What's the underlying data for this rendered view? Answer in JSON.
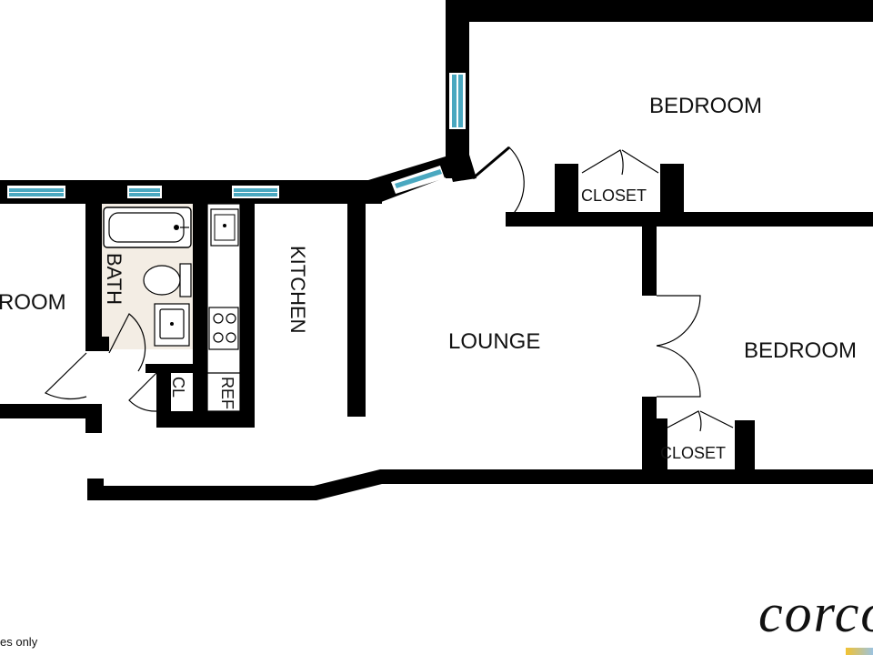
{
  "rooms": {
    "bedroom_top": "BEDROOM",
    "closet_top": "CLOSET",
    "bath": "BATH",
    "kitchen": "KITCHEN",
    "room_left": "ROOM",
    "lounge": "LOUNGE",
    "bedroom_right": "BEDROOM",
    "closet_bottom": "CLOSET",
    "cl": "CL",
    "ref": "REF"
  },
  "footer": {
    "disclaimer": "es only",
    "logo": "corco"
  },
  "colors": {
    "wall": "#000000",
    "window": "#4aa8c0",
    "bath_floor": "#f3ede4",
    "logo_bar_start": "#f2c230",
    "logo_bar_end": "#9cc3e0"
  }
}
